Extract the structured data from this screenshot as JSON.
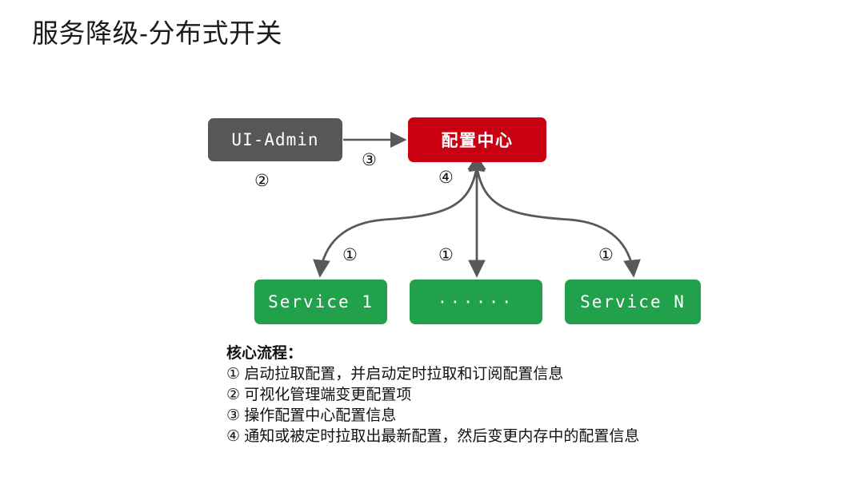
{
  "slide": {
    "title": "服务降级-分布式开关",
    "background_color": "#ffffff"
  },
  "diagram": {
    "type": "flow-diagram",
    "nodes": [
      {
        "id": "ui-admin",
        "label": "UI-Admin",
        "color": "#575757"
      },
      {
        "id": "config-center",
        "label": "配置中心",
        "color": "#c9000f"
      },
      {
        "id": "service-1",
        "label": "Service 1",
        "color": "#22a14c"
      },
      {
        "id": "service-mid",
        "label": "······",
        "color": "#22a14c"
      },
      {
        "id": "service-n",
        "label": "Service N",
        "color": "#22a14c"
      }
    ],
    "edge_labels": {
      "ui_admin_to_config": "③",
      "ui_admin_below": "②",
      "config_center_below": "④",
      "service_left": "①",
      "service_mid": "①",
      "service_right": "①"
    },
    "arrow_color": "#595959"
  },
  "notes": {
    "heading": "核心流程：",
    "lines": [
      "① 启动拉取配置，并启动定时拉取和订阅配置信息",
      "② 可视化管理端变更配置项",
      "③ 操作配置中心配置信息",
      "④ 通知或被定时拉取出最新配置，然后变更内存中的配置信息"
    ]
  }
}
